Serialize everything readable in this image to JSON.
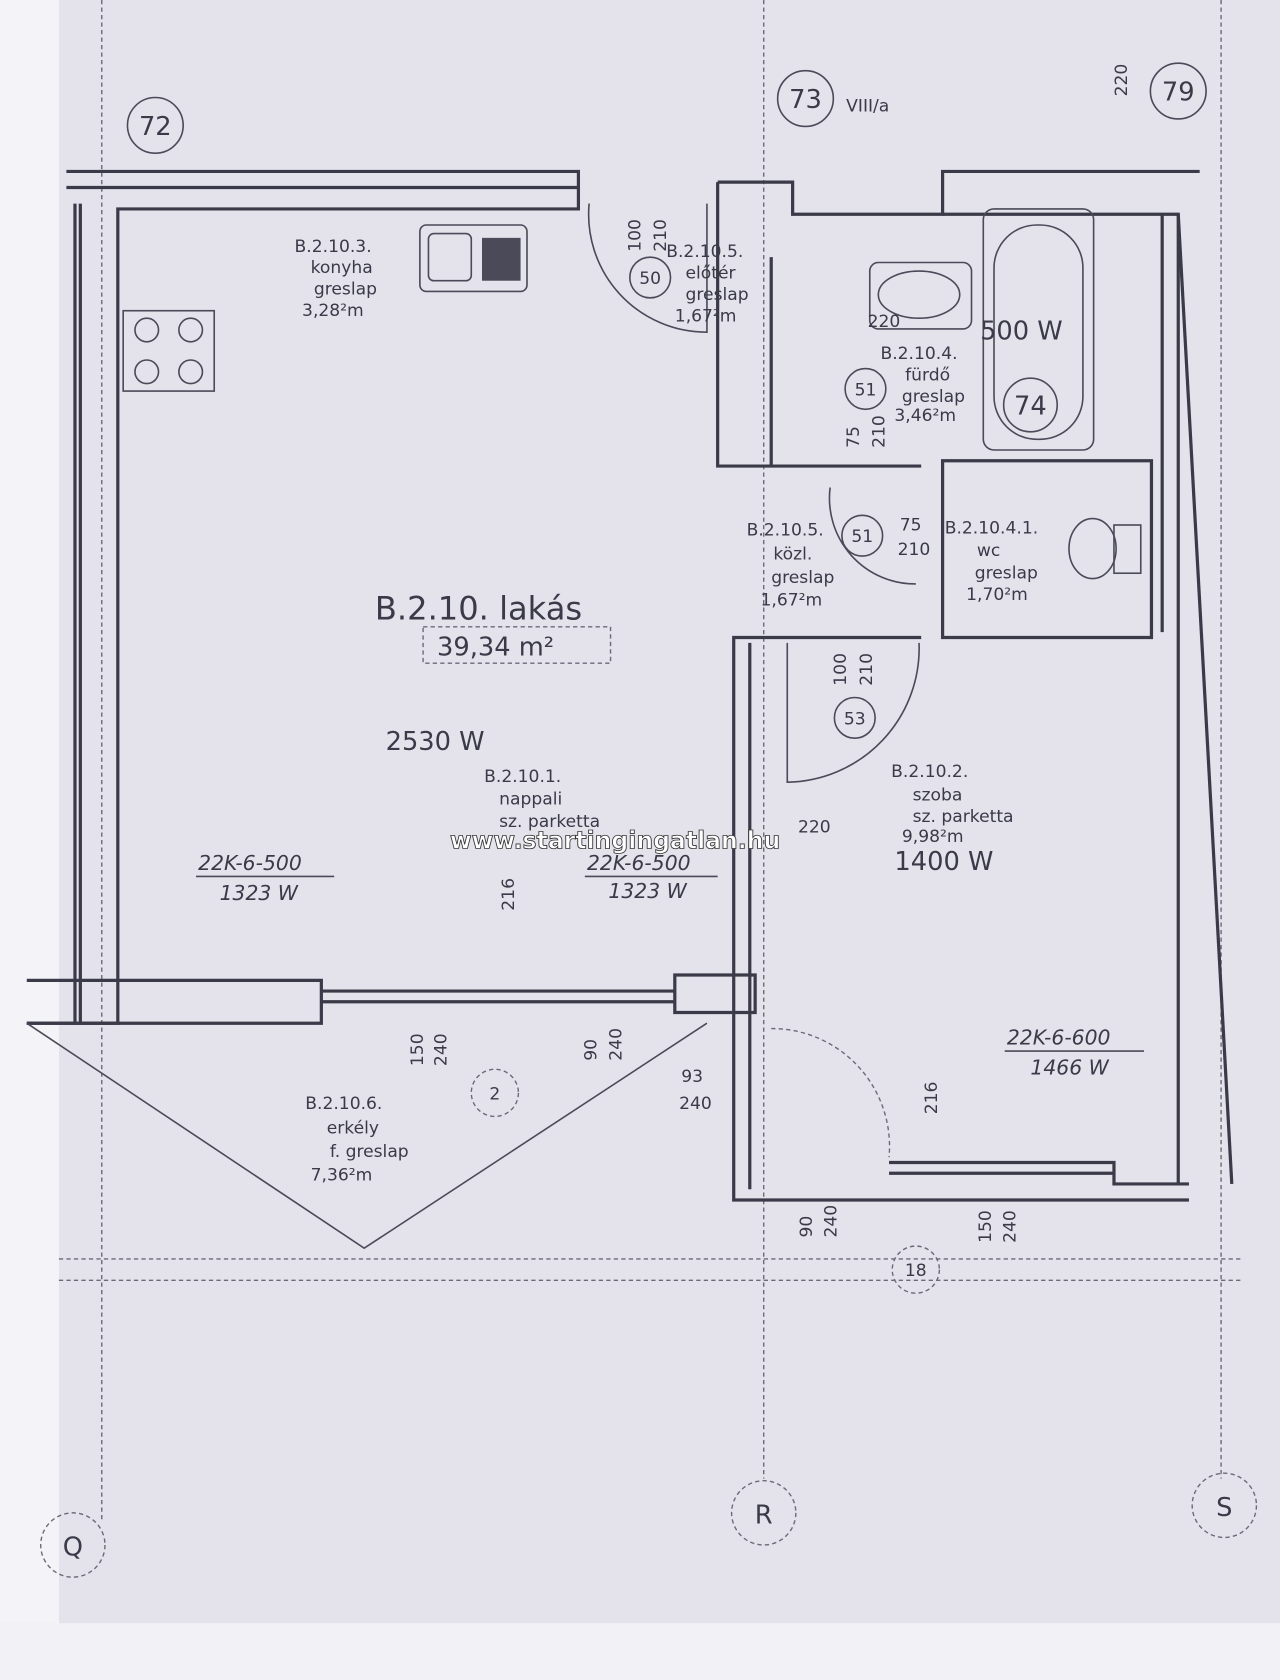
{
  "grid_marks": {
    "a": "72",
    "b": "73",
    "c": "79",
    "q": "Q",
    "r": "R",
    "s": "S",
    "shaft": "VIII/a",
    "top_dim": "220"
  },
  "apartment": {
    "title": "B.2.10. lakás",
    "area": "39,34 m²"
  },
  "rooms": [
    {
      "id": "B.2.10.1.",
      "name": "nappali",
      "floor": "sz. parketta"
    },
    {
      "id": "B.2.10.2.",
      "name": "szoba",
      "floor": "sz. parketta",
      "area": "9,98²m"
    },
    {
      "id": "B.2.10.3.",
      "name": "konyha",
      "floor": "greslap",
      "area": "3,28²m"
    },
    {
      "id": "B.2.10.4.",
      "name": "fürdő",
      "floor": "greslap",
      "area": "3,46²m"
    },
    {
      "id": "B.2.10.4.1.",
      "name": "wc",
      "floor": "greslap",
      "area": "1,70²m"
    },
    {
      "id": "B.2.10.5.",
      "name": "előtér",
      "floor": "greslap",
      "area": "1,67²m"
    },
    {
      "id": "B.2.10.5.",
      "name": "közl.",
      "floor": "greslap",
      "area": "1,67²m"
    },
    {
      "id": "B.2.10.6.",
      "name": "erkély",
      "floor": "f. greslap",
      "area": "7,36²m"
    }
  ],
  "heat_loads": {
    "living": "2530 W",
    "bath": "500 W",
    "room": "1400 W"
  },
  "radiators": [
    {
      "type": "22K-6-500",
      "power": "1323 W"
    },
    {
      "type": "22K-6-500",
      "power": "1323 W"
    },
    {
      "type": "22K-6-600",
      "power": "1466 W"
    }
  ],
  "door_tags": {
    "d50": "50",
    "d51a": "51",
    "d51b": "51",
    "d53": "53",
    "d74": "74",
    "d2": "2",
    "d18": "18"
  },
  "dims": {
    "a100": "100",
    "a210": "210",
    "b75": "75",
    "b210": "210",
    "c75": "75",
    "c210": "210",
    "d100": "100",
    "d210": "210",
    "e220": "220",
    "f220": "220",
    "g216": "216",
    "h216": "216",
    "i150": "150",
    "i240": "240",
    "j90": "90",
    "j240": "240",
    "k93": "93",
    "k240": "240",
    "l90": "90",
    "l240": "240",
    "m150": "150",
    "m240": "240"
  },
  "watermark": "www.startingingatlan.hu"
}
